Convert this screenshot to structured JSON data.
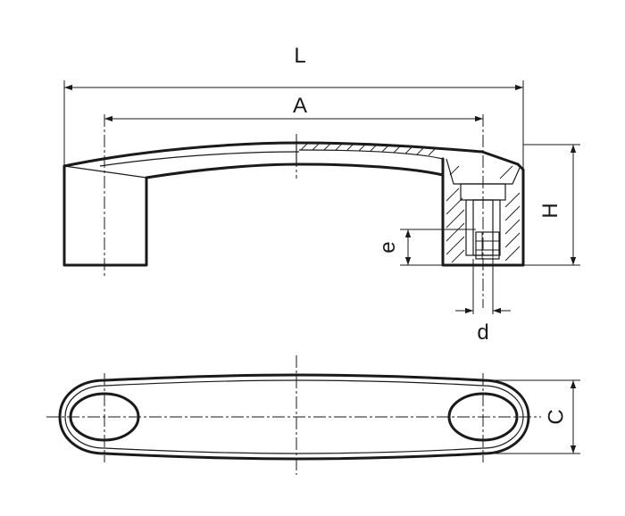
{
  "labels": {
    "L": "L",
    "A": "A",
    "H": "H",
    "e": "e",
    "d": "d",
    "C": "C"
  },
  "colors": {
    "line": "#1a1a1a",
    "background": "#ffffff"
  }
}
